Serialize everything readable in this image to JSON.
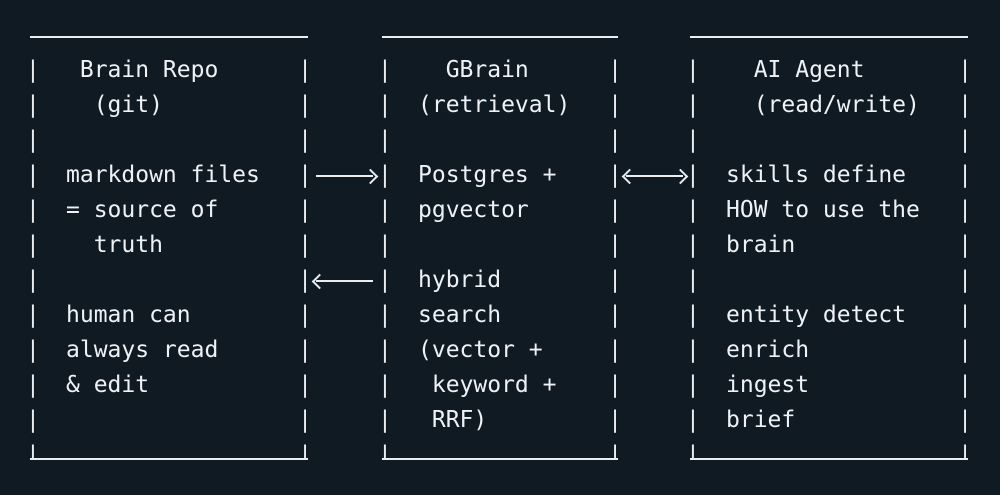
{
  "colors": {
    "background": "#101a23",
    "foreground": "#eef2f5",
    "line": "#e9edf0"
  },
  "boxes": [
    {
      "name": "brain-repo",
      "title": "Brain Repo",
      "subtitle": "(git)",
      "lines": [
        " Brain Repo",
        "  (git)",
        "",
        "markdown files",
        "= source of",
        "  truth",
        "",
        "human can",
        "always read",
        "& edit",
        "",
        ""
      ]
    },
    {
      "name": "gbrain",
      "title": "GBrain",
      "subtitle": "(retrieval)",
      "lines": [
        "  GBrain",
        "(retrieval)",
        "",
        "Postgres +",
        "pgvector",
        "",
        "hybrid",
        "search",
        "(vector +",
        " keyword +",
        " RRF)",
        ""
      ]
    },
    {
      "name": "ai-agent",
      "title": "AI Agent",
      "subtitle": "(read/write)",
      "lines": [
        "  AI Agent",
        "  (read/write)",
        "",
        "skills define",
        "HOW to use the",
        "brain",
        "",
        "entity detect",
        "enrich",
        "ingest",
        "brief",
        ""
      ]
    }
  ],
  "arrows": [
    {
      "name": "repo-to-gbrain",
      "direction": "right"
    },
    {
      "name": "gbrain-to-repo",
      "direction": "left"
    },
    {
      "name": "gbrain-agent",
      "direction": "both"
    }
  ]
}
